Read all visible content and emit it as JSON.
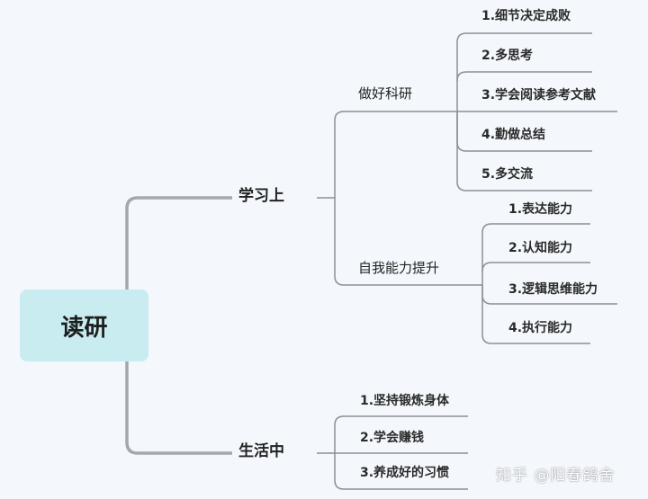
{
  "root": {
    "label": "读研"
  },
  "branches": [
    {
      "label": "学习上",
      "children": [
        {
          "label": "做好科研",
          "children": [
            "1.细节决定成败",
            "2.多思考",
            "3.学会阅读参考文献",
            "4.勤做总结",
            "5.多交流"
          ]
        },
        {
          "label": "自我能力提升",
          "children": [
            "1.表达能力",
            "2.认知能力",
            "3.逻辑思维能力",
            "4.执行能力"
          ]
        }
      ]
    },
    {
      "label": "生活中",
      "children": [
        "1.坚持锻炼身体",
        "2.学会赚钱",
        "3.养成好的习惯"
      ]
    }
  ],
  "watermark": "知乎 @阳春鸽舍",
  "colors": {
    "background": "#f4f8fc",
    "root_fill": "#c9ecf0",
    "line_main": "#a3a7b0",
    "line_thin": "#8c8f96"
  }
}
